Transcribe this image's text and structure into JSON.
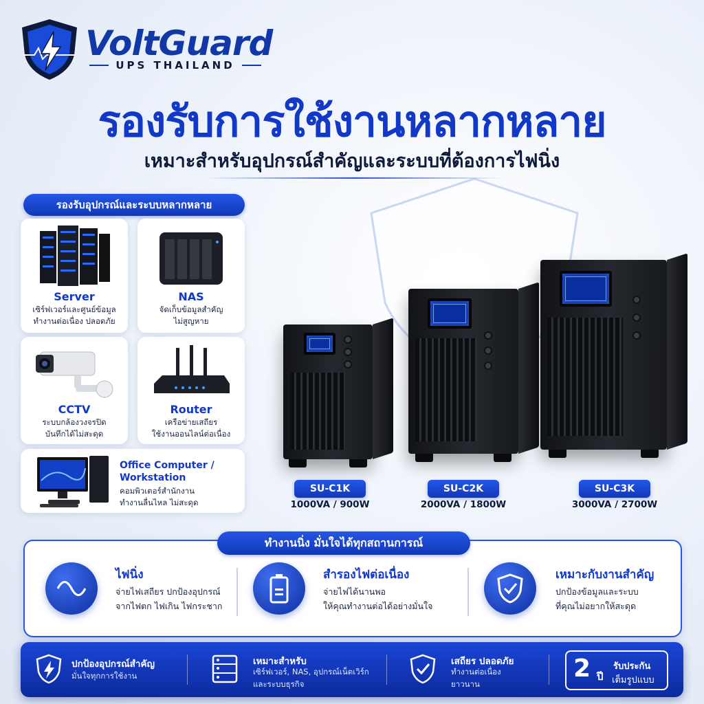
{
  "brand": {
    "name": "VoltGuard",
    "sub": "UPS THAILAND"
  },
  "headline": "รองรับการใช้งานหลากหลาย",
  "subheadline": "เหมาะสำหรับอุปกรณ์สำคัญและระบบที่ต้องการไฟนิ่ง",
  "support_label": "รองรับอุปกรณ์และระบบหลากหลาย",
  "devices": [
    {
      "title": "Server",
      "desc1": "เซิร์ฟเวอร์และศูนย์ข้อมูล",
      "desc2": "ทำงานต่อเนื่อง ปลอดภัย"
    },
    {
      "title": "NAS",
      "desc1": "จัดเก็บข้อมูลสำคัญ",
      "desc2": "ไม่สูญหาย"
    },
    {
      "title": "CCTV",
      "desc1": "ระบบกล้องวงจรปิด",
      "desc2": "บันทึกได้ไม่สะดุด"
    },
    {
      "title": "Router",
      "desc1": "เครือข่ายเสถียร",
      "desc2": "ใช้งานออนไลน์ต่อเนื่อง"
    },
    {
      "title1": "Office Computer /",
      "title2": "Workstation",
      "desc1": "คอมพิวเตอร์สำนักงาน",
      "desc2": "ทำงานลื่นไหล ไม่สะดุด"
    }
  ],
  "models": [
    {
      "name": "SU-C1K",
      "spec": "1000VA / 900W"
    },
    {
      "name": "SU-C2K",
      "spec": "2000VA / 1800W"
    },
    {
      "name": "SU-C3K",
      "spec": "3000VA / 2700W"
    }
  ],
  "features_label": "ทำงานนิ่ง มั่นใจได้ทุกสถานการณ์",
  "features": [
    {
      "icon": "sine-wave-icon",
      "title": "ไฟนิ่ง",
      "desc1": "จ่ายไฟเสถียร ปกป้องอุปกรณ์",
      "desc2": "จากไฟตก ไฟเกิน ไฟกระชาก"
    },
    {
      "icon": "battery-icon",
      "title": "สำรองไฟต่อเนื่อง",
      "desc1": "จ่ายไฟได้นานพอ",
      "desc2": "ให้คุณทำงานต่อได้อย่างมั่นใจ"
    },
    {
      "icon": "shield-check-icon",
      "title": "เหมาะกับงานสำคัญ",
      "desc1": "ปกป้องข้อมูลและระบบ",
      "desc2": "ที่คุณไม่อยากให้สะดุด"
    }
  ],
  "bottom": [
    {
      "icon": "shield-bolt-icon",
      "title": "ปกป้องอุปกรณ์สำคัญ",
      "desc1": "มั่นใจทุกการใช้งาน",
      "desc2": ""
    },
    {
      "icon": "server-rack-icon",
      "title": "เหมาะสำหรับ",
      "desc1": "เซิร์ฟเวอร์, NAS, อุปกรณ์เน็ตเวิร์ก",
      "desc2": "และระบบธุรกิจ"
    },
    {
      "icon": "shield-check-icon",
      "title": "เสถียร ปลอดภัย",
      "desc1": "ทำงานต่อเนื่อง",
      "desc2": "ยาวนาน"
    }
  ],
  "warranty": {
    "number": "2",
    "unit": "ปี",
    "line1": "รับประกัน",
    "line2": "เต็มรูปแบบ"
  },
  "colors": {
    "primary": "#1238c8",
    "dark": "#0d1a3a",
    "accent": "#2456e6"
  }
}
